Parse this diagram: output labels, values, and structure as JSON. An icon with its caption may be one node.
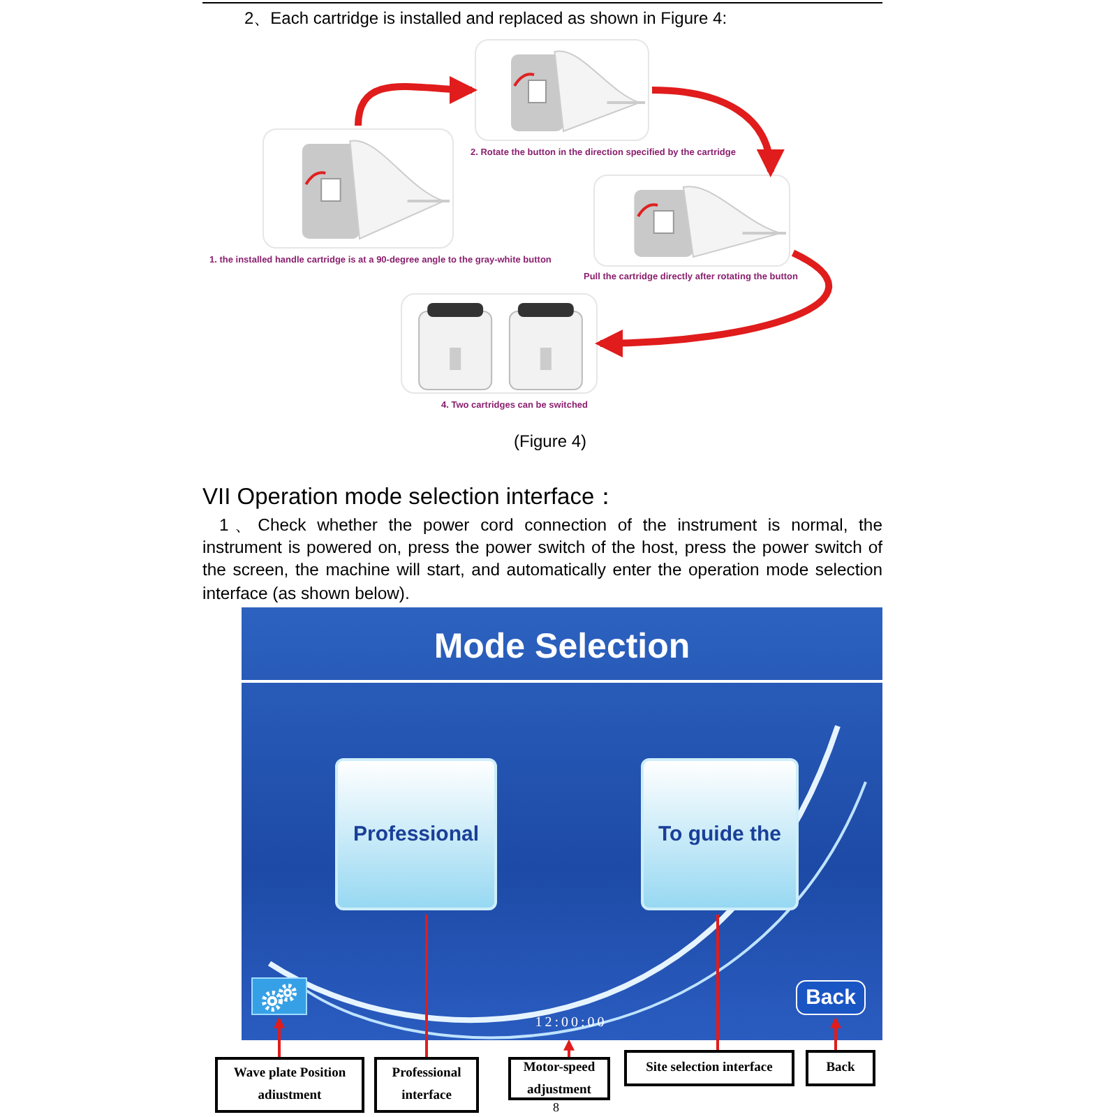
{
  "diagram": {
    "nodes": [
      {
        "text": [],
        "shape": "picture",
        "beside": [
          "1. the installed handle cartridge is at a 90-degree angle to the gray-white button"
        ]
      },
      {
        "text": [],
        "shape": "picture",
        "beside": [
          "2. Rotate the button in the direction specified by the cartridge"
        ]
      },
      {
        "text": [],
        "shape": "picture",
        "beside": [
          "Pull the cartridge directly after rotating the button"
        ]
      },
      {
        "text": [],
        "shape": "picture",
        "beside": [
          "4. Two cartridges can be switched"
        ]
      },
      {
        "text": [
          "Mode Selection"
        ]
      },
      {
        "text": [
          "Professional"
        ],
        "in": 4
      },
      {
        "text": [
          "To guide the"
        ],
        "in": 4
      },
      {
        "text": [],
        "shape": "box",
        "in": 4
      },
      {
        "text": [
          "Back"
        ],
        "in": 4
      },
      {
        "text": [
          "12:00:00"
        ],
        "in": 4
      },
      {
        "text": [
          "Wave plate Position adiustment"
        ]
      },
      {
        "text": [
          "Professional interface"
        ]
      },
      {
        "text": [
          "Motor-speed adjustment"
        ]
      },
      {
        "text": [
          "Site selection interface"
        ]
      },
      {
        "text": [
          "Back"
        ]
      }
    ],
    "edges": [
      {
        "from": 0,
        "to": 1,
        "arrow": "to",
        "style": "thick"
      },
      {
        "from": 1,
        "to": 2,
        "arrow": "to",
        "style": "thick"
      },
      {
        "from": 2,
        "to": 3,
        "arrow": "to",
        "style": "thick"
      },
      {
        "from": 10,
        "to": 7,
        "arrow": "to"
      },
      {
        "from": 11,
        "to": 5,
        "arrow": "none"
      },
      {
        "from": 12,
        "to": 9,
        "arrow": "to"
      },
      {
        "from": 13,
        "to": 6,
        "arrow": "none"
      },
      {
        "from": 14,
        "to": 8,
        "arrow": "to"
      }
    ],
    "labels": [
      "2、Each cartridge is installed and replaced as shown in Figure 4:",
      "(Figure 4)",
      "VII Operation mode selection interface：",
      "1、Check whether the power cord connection of the instrument is normal, the instrument is powered on, press the power switch of the host, press the power switch of the screen, the machine will start, and automatically enter the operation mode selection interface (as shown below).",
      "8"
    ]
  }
}
